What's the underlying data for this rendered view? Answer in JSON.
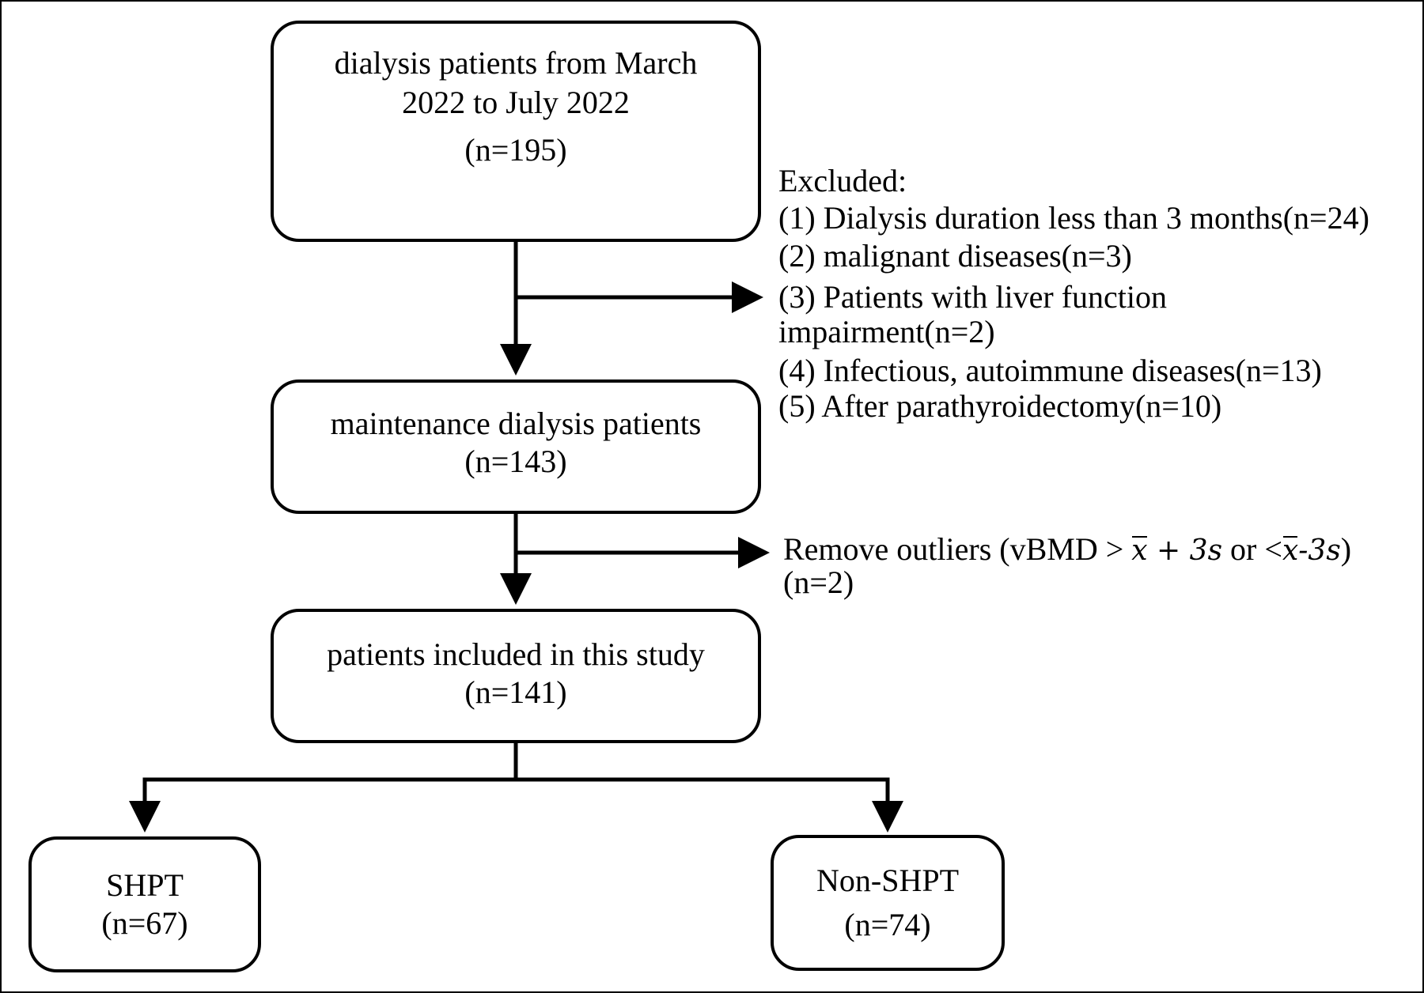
{
  "boxes": {
    "start": {
      "line1": "dialysis patients from March",
      "line2": "2022 to July 2022",
      "count": "(n=195)"
    },
    "maintenance": {
      "line1": "maintenance dialysis patients",
      "count": "(n=143)"
    },
    "included": {
      "line1": "patients included in this study",
      "count": "(n=141)"
    },
    "shpt": {
      "label": "SHPT",
      "count": "(n=67)"
    },
    "non_shpt": {
      "label": "Non-SHPT",
      "count": "(n=74)"
    }
  },
  "exclusions": {
    "title": "Excluded:",
    "items": [
      "(1) Dialysis duration less than 3 months(n=24)",
      "(2) malignant diseases(n=3)",
      "(3) Patients with liver function",
      "impairment(n=2)",
      "(4) Infectious, autoimmune diseases(n=13)",
      "(5) After parathyroidectomy(n=10)"
    ]
  },
  "outliers": {
    "prefix": "Remove outliers (vBMD >",
    "expr1": "x",
    "expr1_rest": " + 3s",
    "middle": " or <",
    "expr2": "x",
    "expr2_rest": "-3s",
    "suffix": ")",
    "count": "(n=2)"
  }
}
